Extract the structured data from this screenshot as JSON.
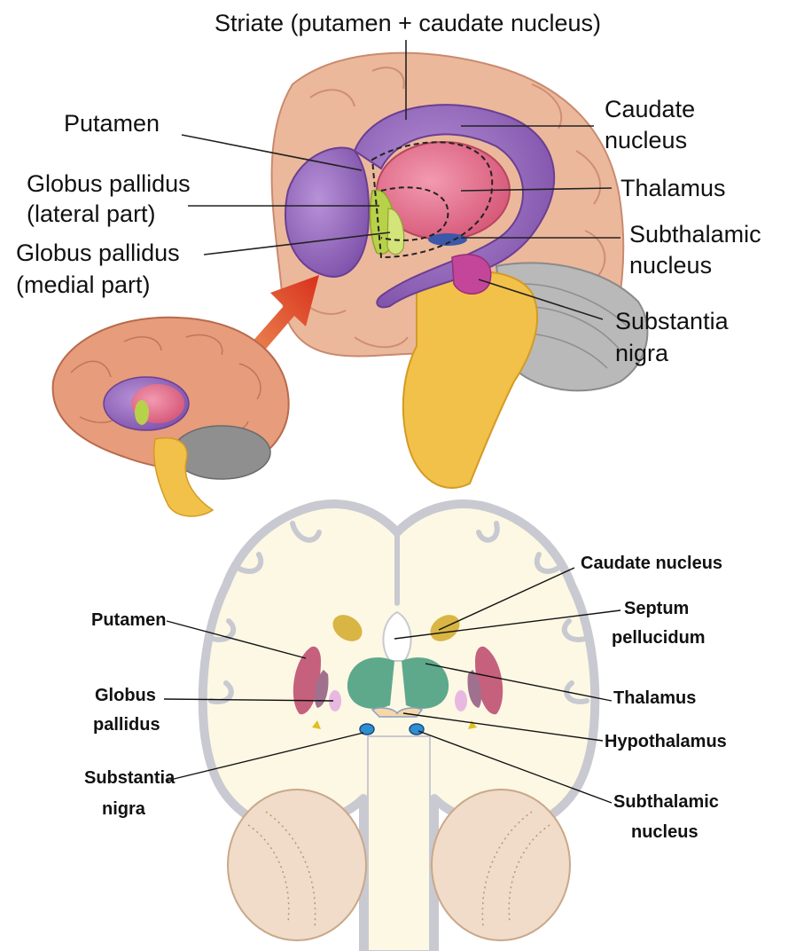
{
  "top_labels": {
    "striate": "Striate (putamen + caudate nucleus)",
    "putamen": "Putamen",
    "gp_lateral_1": "Globus pallidus",
    "gp_lateral_2": "(lateral part)",
    "gp_medial_1": "Globus pallidus",
    "gp_medial_2": "(medial part)",
    "caudate_1": "Caudate",
    "caudate_2": "nucleus",
    "thalamus": "Thalamus",
    "subthalamic_1": "Subthalamic",
    "subthalamic_2": "nucleus",
    "substantia_1": "Substantia",
    "substantia_2": "nigra"
  },
  "bottom_labels": {
    "caudate": "Caudate nucleus",
    "septum_1": "Septum",
    "septum_2": "pellucidum",
    "putamen": "Putamen",
    "globus_1": "Globus",
    "globus_2": "pallidus",
    "thalamus": "Thalamus",
    "hypothalamus": "Hypothalamus",
    "substantia_1": "Substantia",
    "substantia_2": "nigra",
    "subthalamic_1": "Subthalamic",
    "subthalamic_2": "nucleus"
  },
  "colors": {
    "cortex": "#e9a98c",
    "striatum": "#9a6cc2",
    "thalamus": "#e0708a",
    "globus_pallidus": "#b5cc45",
    "brainstem": "#f0c040",
    "cerebellum": "#8a8a8a",
    "section_fill": "#fcf8e4",
    "section_outline": "#c9c9d1",
    "caudate_section": "#d9b544",
    "putamen_section": "#c5607d",
    "thalamus_section": "#5ea88c",
    "cerebellum_section": "#f0dcc8"
  }
}
